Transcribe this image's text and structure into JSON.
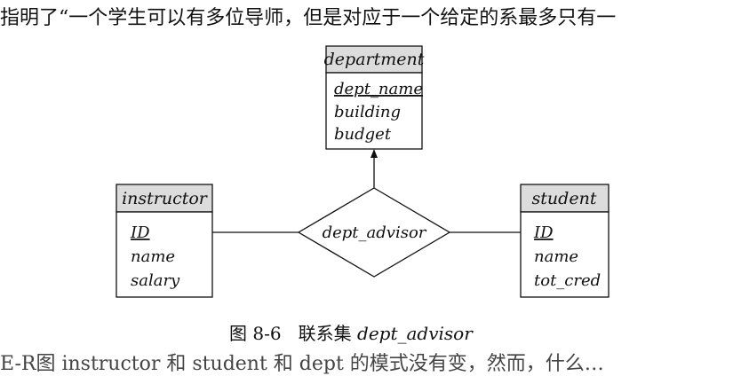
{
  "top_text": "指明了“一个学生可以有多位导师，但是对应于一个给定的系最多只有一",
  "bottom_text": "E-R图   instructor   和 student  和 dept 的模式没有变，然而，什么…",
  "caption": {
    "prefix": "图 8-6",
    "label": "联系集",
    "name": "dept_advisor"
  },
  "entities": {
    "department": {
      "title": "department",
      "key": "dept_name",
      "attrs": [
        "building",
        "budget"
      ]
    },
    "instructor": {
      "title": "instructor",
      "key": "ID",
      "attrs": [
        "name",
        "salary"
      ]
    },
    "student": {
      "title": "student",
      "key": "ID",
      "attrs": [
        "name",
        "tot_cred"
      ]
    }
  },
  "relationship": {
    "name": "dept_advisor"
  }
}
